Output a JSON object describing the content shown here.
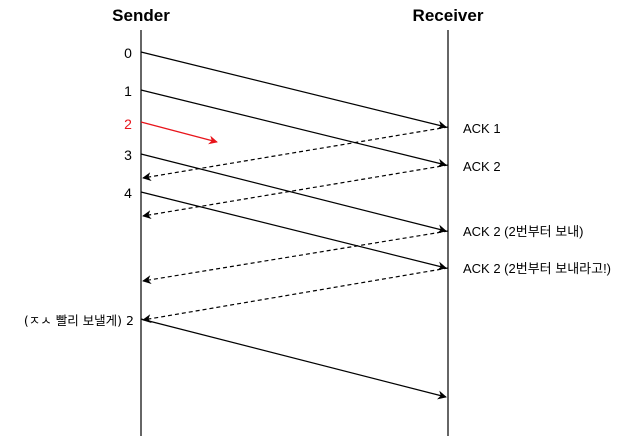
{
  "headers": {
    "sender": "Sender",
    "receiver": "Receiver"
  },
  "packets": [
    {
      "id": "p0",
      "label": "0",
      "lost": false
    },
    {
      "id": "p1",
      "label": "1",
      "lost": false
    },
    {
      "id": "p2",
      "label": "2",
      "lost": true
    },
    {
      "id": "p3",
      "label": "3",
      "lost": false
    },
    {
      "id": "p4",
      "label": "4",
      "lost": false
    }
  ],
  "acks": [
    {
      "id": "a1",
      "label": "ACK 1"
    },
    {
      "id": "a2",
      "label": "ACK 2"
    },
    {
      "id": "a3",
      "label": "ACK 2 (2번부터 보내)"
    },
    {
      "id": "a4",
      "label": "ACK 2 (2번부터 보내라고!)"
    }
  ],
  "retransmit": {
    "label": "(ㅈㅅ 빨리 보낼게) 2"
  },
  "colors": {
    "line": "#000000",
    "lost_packet": "#e8141b",
    "background": "#ffffff"
  }
}
